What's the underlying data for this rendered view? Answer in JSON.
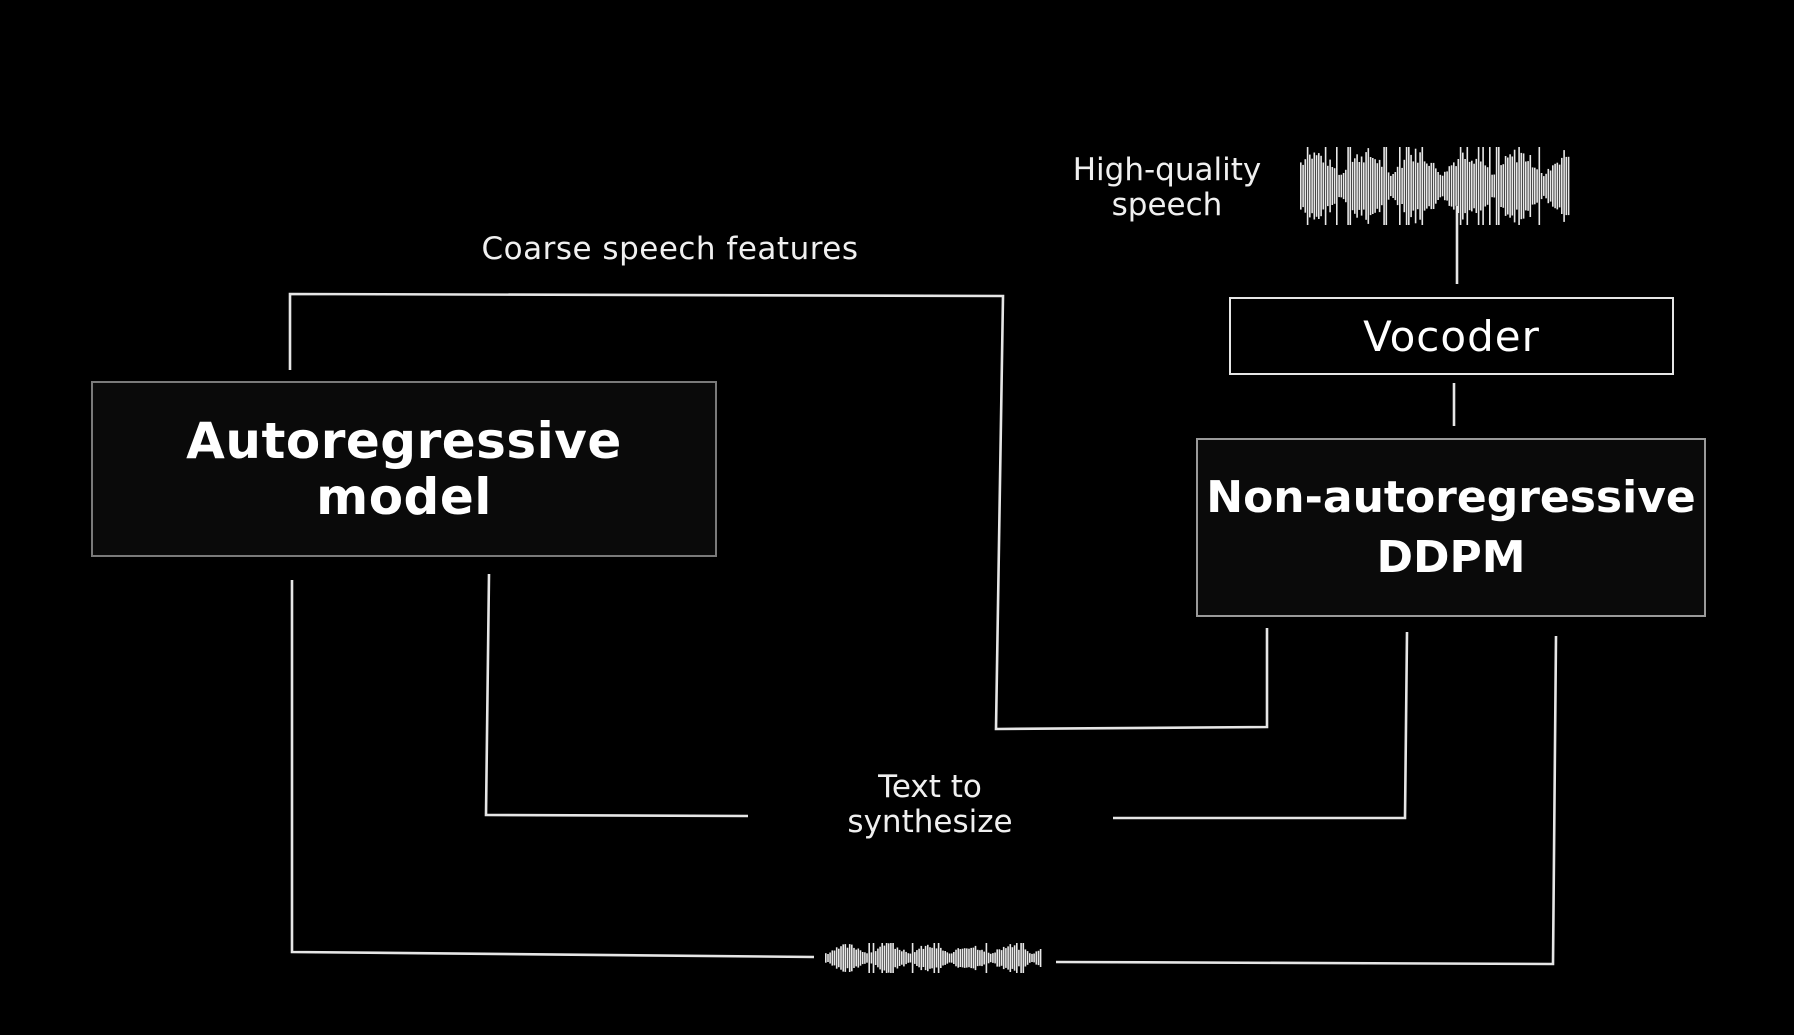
{
  "diagram": {
    "nodes": {
      "autoregressive_model": "Autoregressive\nmodel",
      "non_autoregressive_ddpm": "Non-autoregressive\nDDPM",
      "vocoder": "Vocoder"
    },
    "labels": {
      "coarse_speech_features": "Coarse speech features",
      "high_quality_speech": "High-quality\nspeech",
      "text_to_synthesize": "Text to\nsynthesize"
    },
    "edges": [
      {
        "from": "autoregressive_model",
        "to": "non_autoregressive_ddpm",
        "label": "Coarse speech features"
      },
      {
        "from": "text_to_synthesize",
        "to": "autoregressive_model"
      },
      {
        "from": "text_to_synthesize",
        "to": "non_autoregressive_ddpm"
      },
      {
        "from": "reference_audio_waveform",
        "to": "autoregressive_model"
      },
      {
        "from": "reference_audio_waveform",
        "to": "non_autoregressive_ddpm"
      },
      {
        "from": "non_autoregressive_ddpm",
        "to": "vocoder"
      },
      {
        "from": "vocoder",
        "to": "high_quality_speech"
      }
    ],
    "icons": {
      "output_waveform": "waveform-icon",
      "input_waveform": "waveform-icon"
    },
    "colors": {
      "background": "#000000",
      "line": "#e6e6e6",
      "text": "#ffffff",
      "box_fill": "#0a0a0a",
      "box_border": "#7a7a7a"
    }
  }
}
